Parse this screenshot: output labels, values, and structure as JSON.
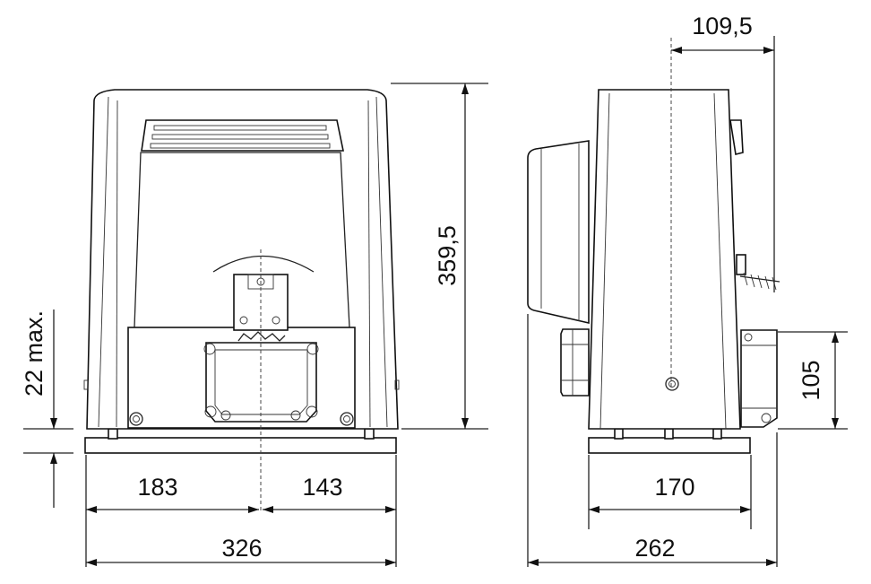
{
  "dimensions": {
    "front_left_width": "183",
    "front_right_width": "143",
    "front_total_width": "326",
    "height_total": "359,5",
    "clearance": "22 max.",
    "side_top_offset": "109,5",
    "side_body_width": "170",
    "side_total_width": "262",
    "side_bracket_height": "105"
  }
}
